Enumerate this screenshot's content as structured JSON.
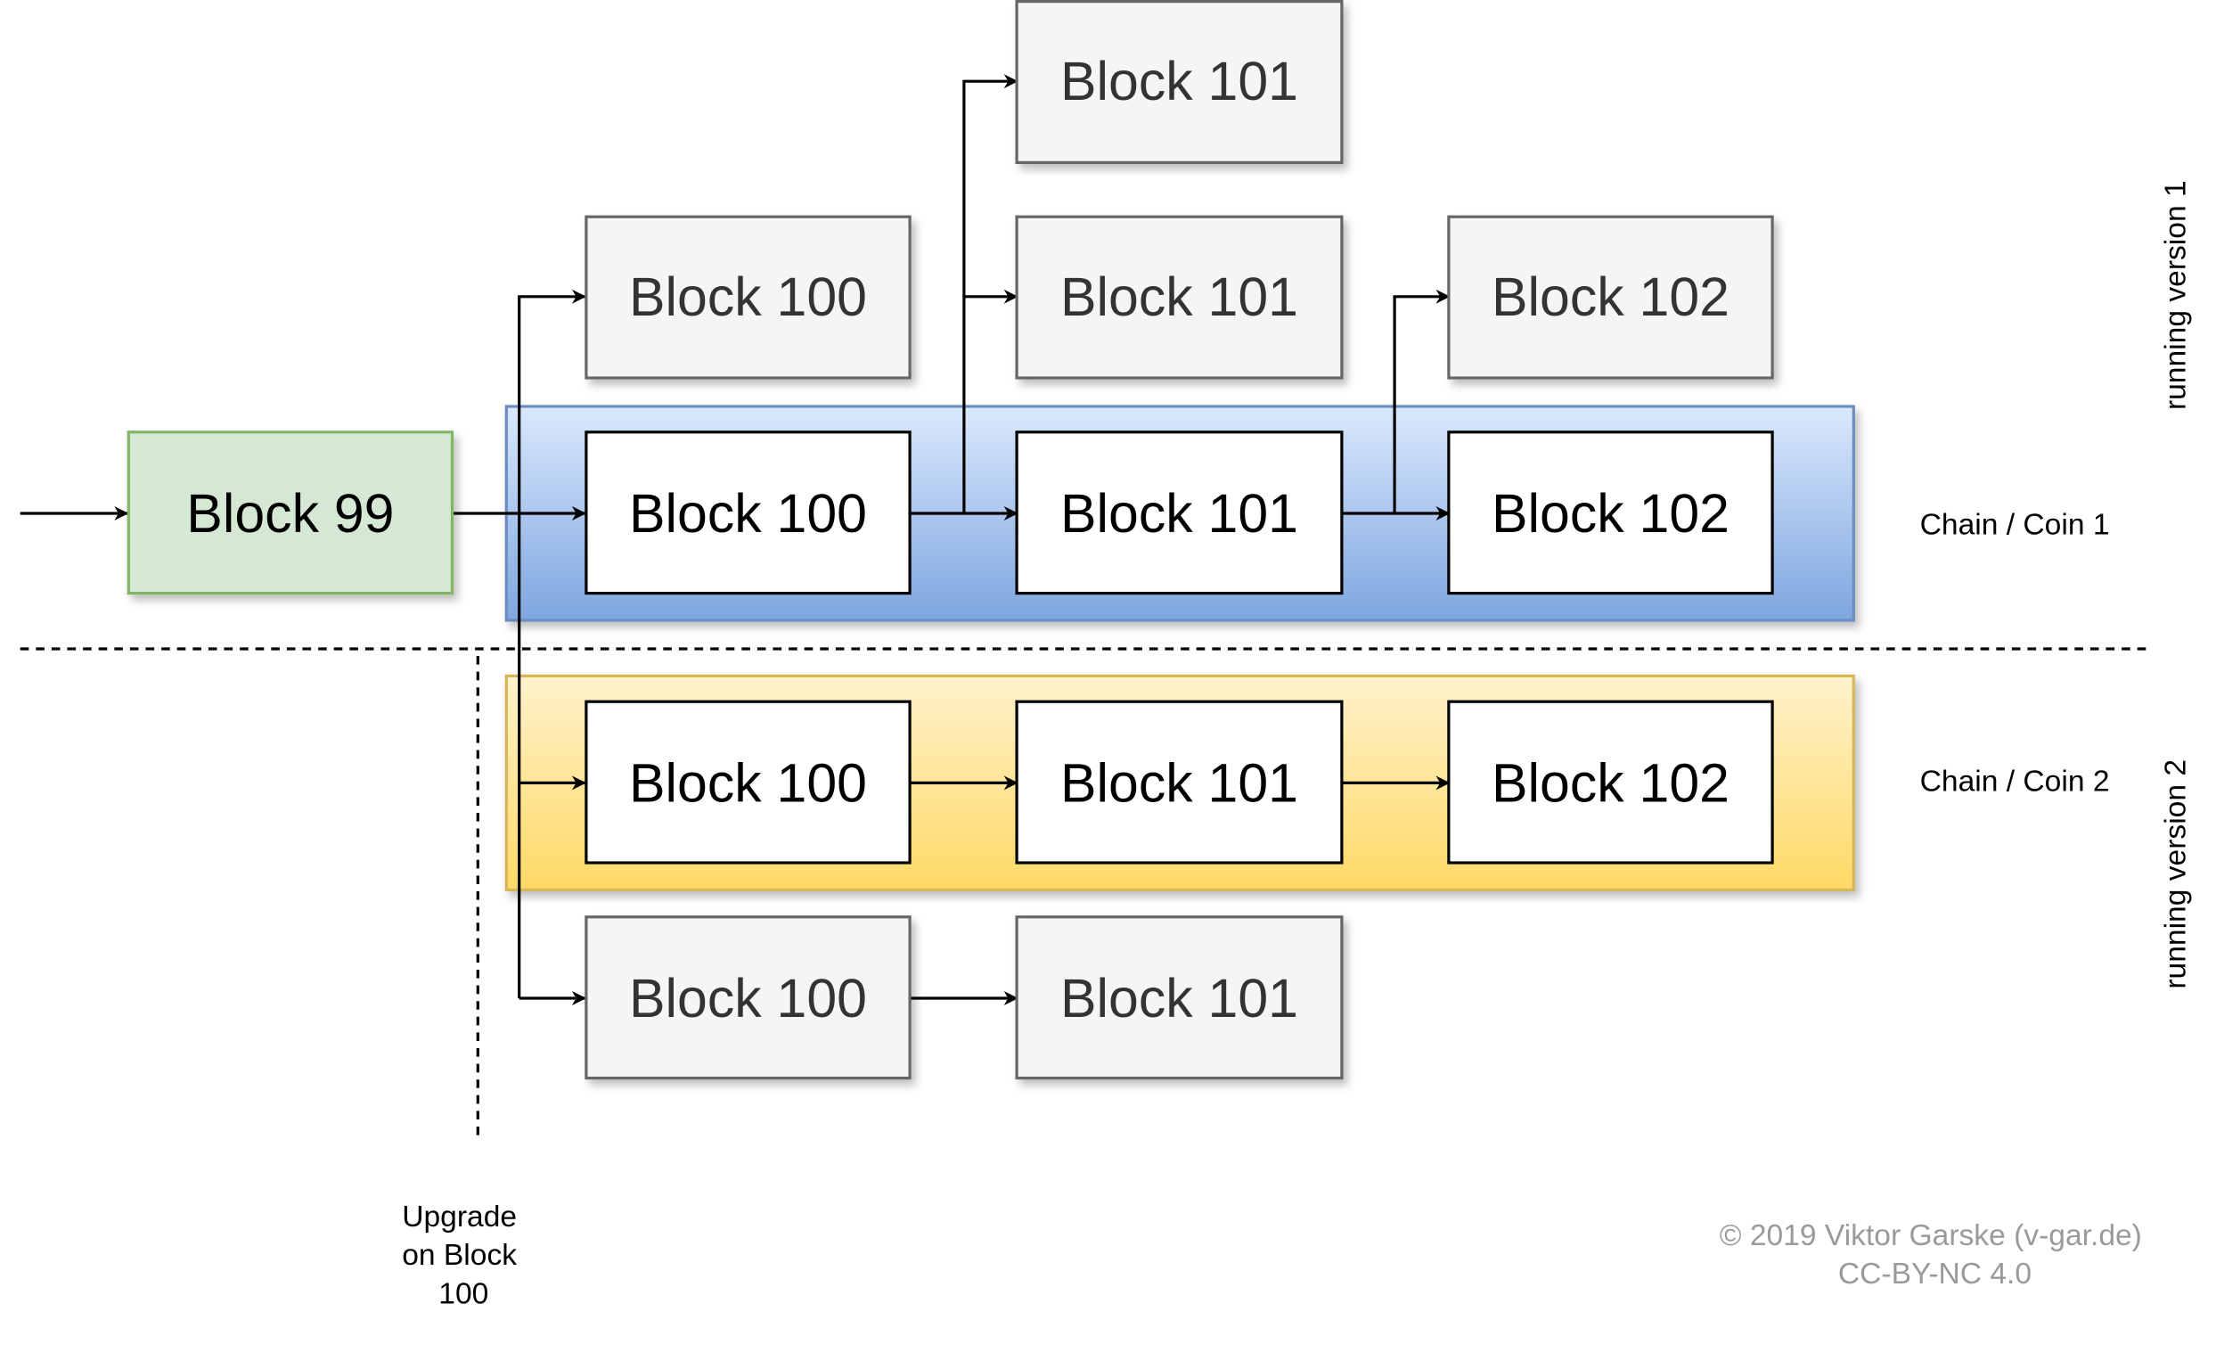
{
  "blocks": {
    "b99": "Block 99",
    "v1_b100_main": "Block 100",
    "v1_b101_main": "Block 101",
    "v1_b102_main": "Block 102",
    "v1_b100_orphan": "Block 100",
    "v1_b101_orphan_top": "Block 101",
    "v1_b101_orphan": "Block 101",
    "v1_b102_orphan": "Block 102",
    "v2_b100_main": "Block 100",
    "v2_b101_main": "Block 101",
    "v2_b102_main": "Block 102",
    "v2_b100_orphan": "Block 100",
    "v2_b101_orphan": "Block 101"
  },
  "labels": {
    "chain1": "Chain / Coin 1",
    "chain2": "Chain / Coin 2",
    "version1": "running version 1",
    "version2": "running version 2",
    "upgrade": [
      "Upgrade",
      "on Block",
      "100"
    ]
  },
  "credit": {
    "line1": "© 2019 Viktor Garske (v-gar.de)",
    "line2": "CC-BY-NC 4.0"
  },
  "colors": {
    "genesis_fill": "#d5e8d4",
    "genesis_stroke": "#82b366",
    "orphan_fill": "#f5f5f5",
    "orphan_stroke": "#666666",
    "orphan_text": "#333333",
    "chain1_top": "#dae8fc",
    "chain1_bottom": "#7ea6e0",
    "chain1_stroke": "#6c8ebf",
    "chain2_top": "#fff2cc",
    "chain2_bottom": "#ffd966",
    "chain2_stroke": "#d6b656"
  }
}
